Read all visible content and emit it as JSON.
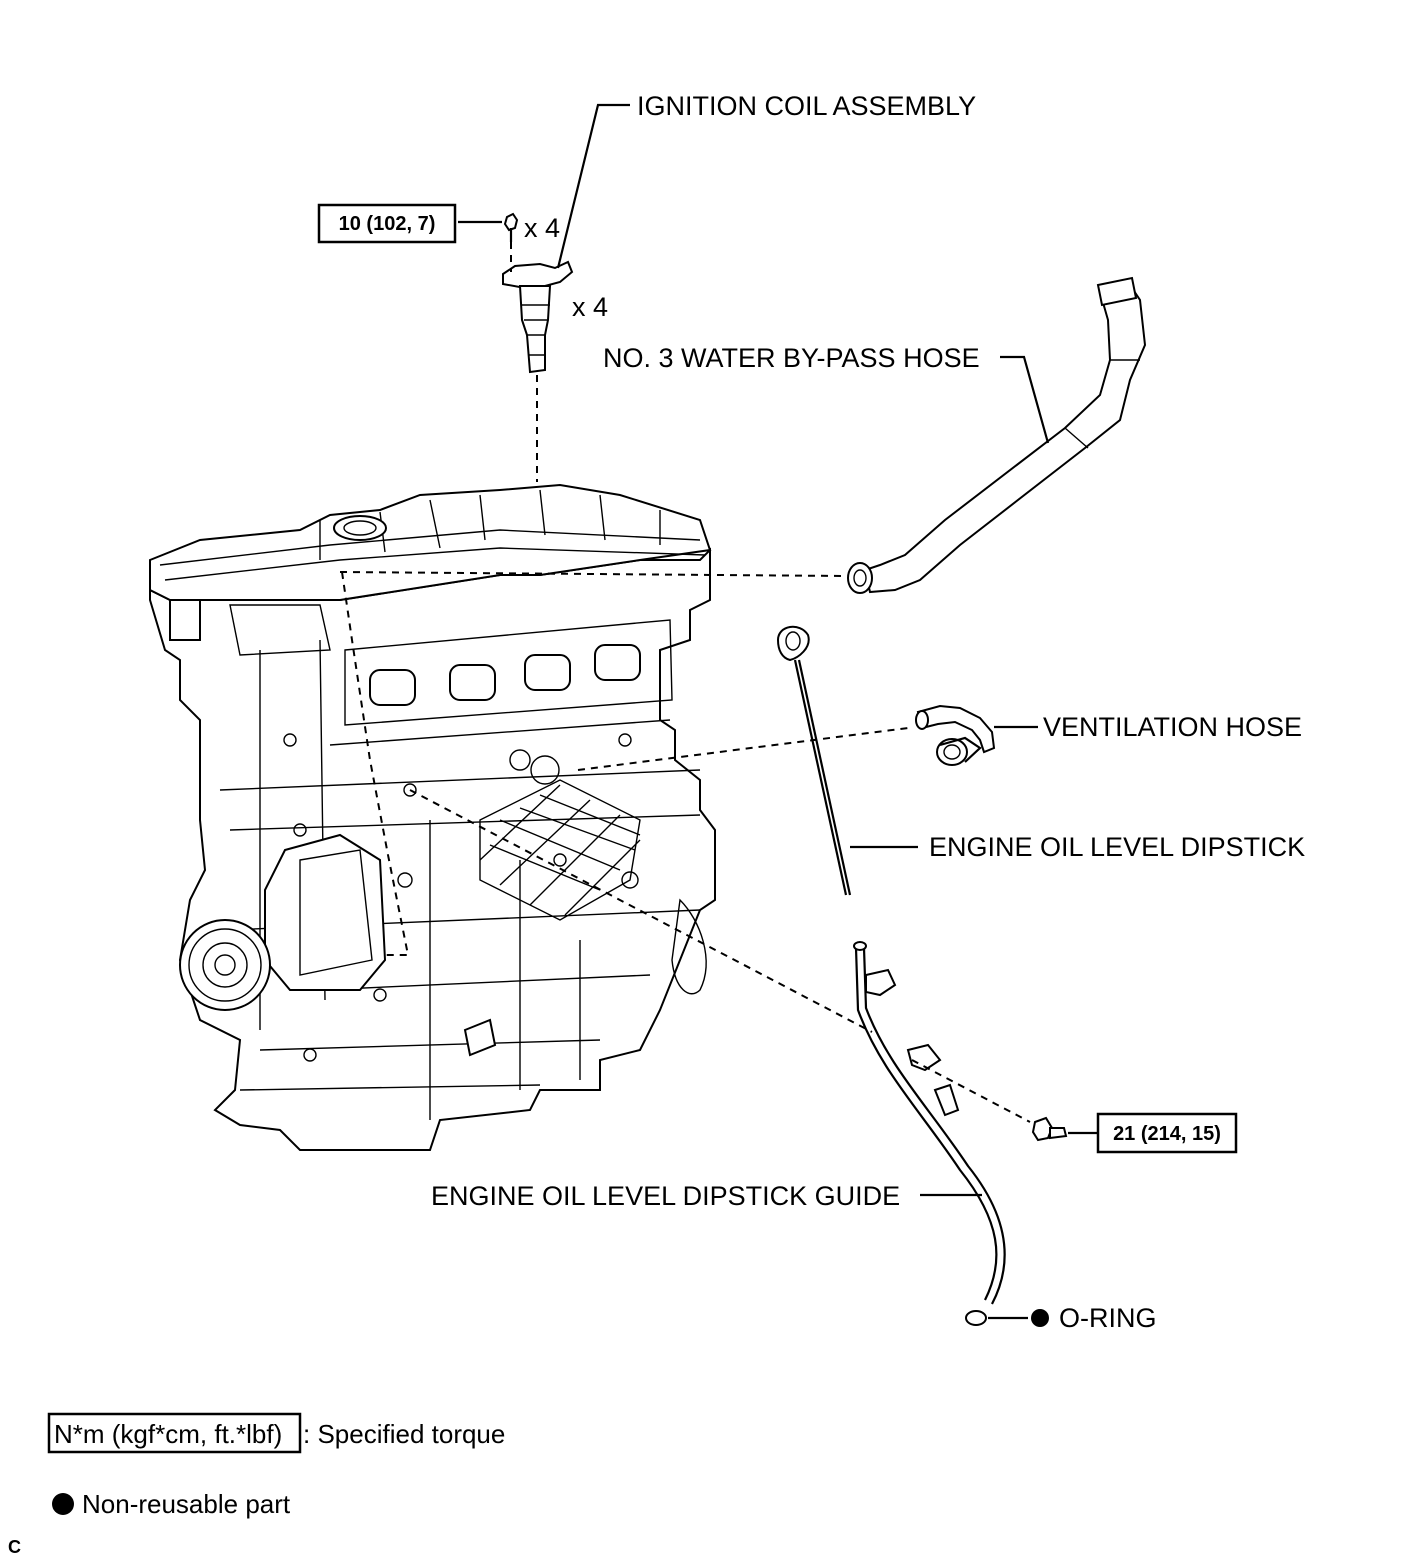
{
  "labels": {
    "ignition_coil": "IGNITION COIL ASSEMBLY",
    "water_bypass_hose": "NO. 3 WATER BY-PASS HOSE",
    "ventilation_hose": "VENTILATION HOSE",
    "dipstick": "ENGINE OIL LEVEL DIPSTICK",
    "dipstick_guide": "ENGINE OIL LEVEL DIPSTICK GUIDE",
    "o_ring": "O-RING"
  },
  "quantities": {
    "bolt_count": "x 4",
    "coil_count": "x 4"
  },
  "torques": {
    "coil_bolt": "10 (102, 7)",
    "guide_bolt": "21 (214, 15)"
  },
  "legend": {
    "torque_box": "N*m (kgf*cm, ft.*lbf)",
    "torque_desc": ": Specified torque",
    "nonreusable_desc": "Non-reusable part"
  },
  "figure_code": "C"
}
